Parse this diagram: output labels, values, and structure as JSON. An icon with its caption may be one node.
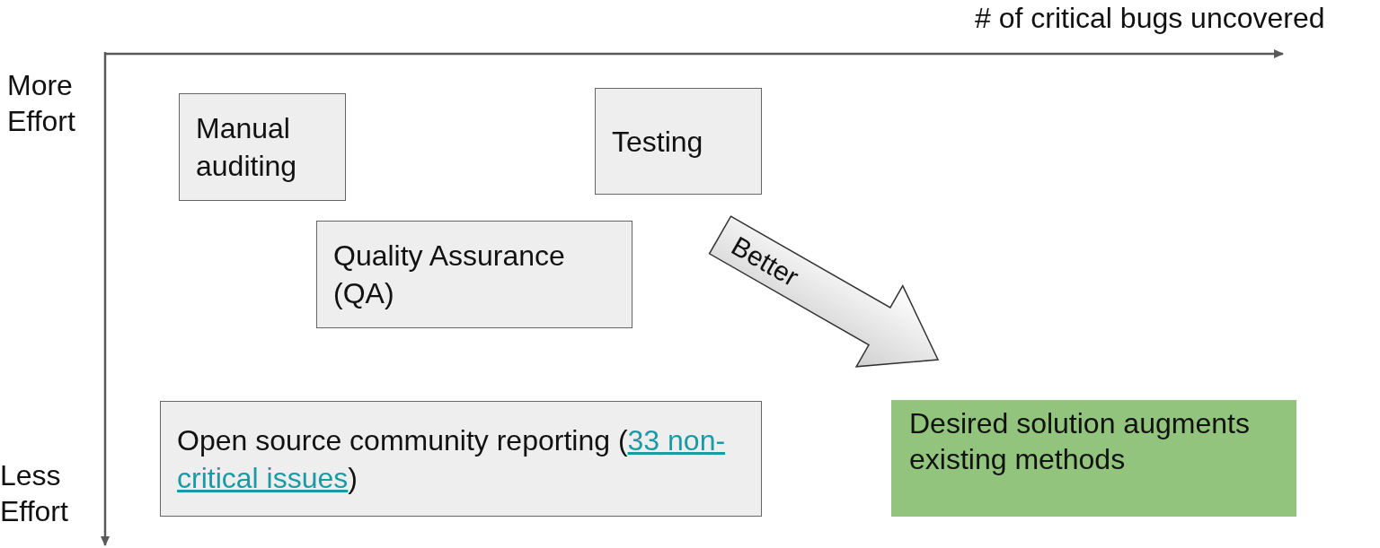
{
  "diagram": {
    "nodes": [
      {
        "text": [
          "Manual auditing"
        ]
      },
      {
        "text": [
          "Testing"
        ]
      },
      {
        "text": [
          "Quality Assurance (QA)"
        ]
      },
      {
        "text": [
          "Open source community reporting (",
          "33 non-critical issues",
          ")"
        ]
      },
      {
        "text": [
          "Desired solution augments existing methods"
        ]
      }
    ],
    "edges": [
      {
        "from": 1,
        "to": 4,
        "arrow": "to",
        "label": "Better",
        "style": "thick"
      }
    ],
    "labels": [
      "# of critical bugs uncovered",
      "More Effort",
      "Less Effort"
    ]
  }
}
